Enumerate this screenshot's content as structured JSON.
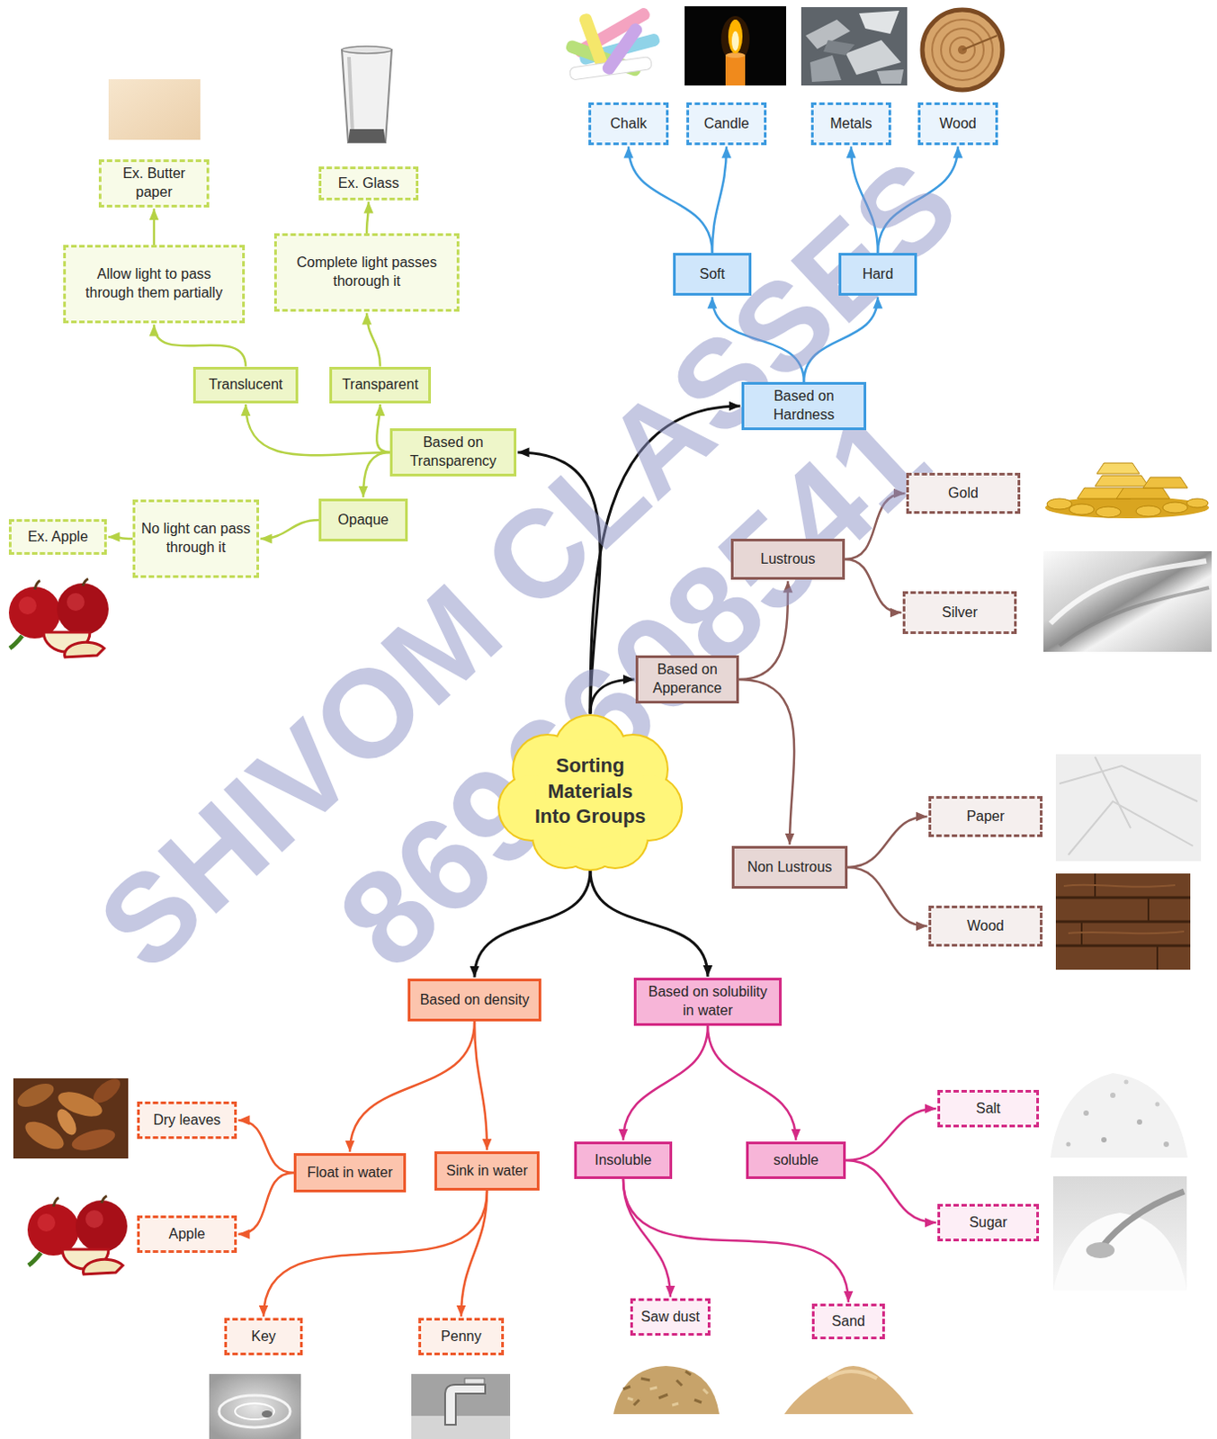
{
  "diagram": {
    "nodes": [
      {
        "text": [
          "Sorting Materials Into Groups"
        ]
      },
      {
        "text": [
          "Based on Transparency"
        ]
      },
      {
        "text": [
          "Translucent"
        ]
      },
      {
        "text": [
          "Transparent"
        ]
      },
      {
        "text": [
          "Opaque"
        ]
      },
      {
        "text": [
          "Allow light to pass through them partially"
        ]
      },
      {
        "text": [
          "Complete light passes thorough it"
        ]
      },
      {
        "text": [
          "No light can pass through it"
        ]
      },
      {
        "text": [
          "Ex. Butter paper"
        ]
      },
      {
        "text": [
          "Ex. Glass"
        ]
      },
      {
        "text": [
          "Ex. Apple"
        ]
      },
      {
        "text": [
          "Based on Hardness"
        ]
      },
      {
        "text": [
          "Soft"
        ]
      },
      {
        "text": [
          "Hard"
        ]
      },
      {
        "text": [
          "Chalk"
        ]
      },
      {
        "text": [
          "Candle"
        ]
      },
      {
        "text": [
          "Metals"
        ]
      },
      {
        "text": [
          "Wood"
        ]
      },
      {
        "text": [
          "Based on Apperance"
        ]
      },
      {
        "text": [
          "Lustrous"
        ]
      },
      {
        "text": [
          "Non Lustrous"
        ]
      },
      {
        "text": [
          "Gold"
        ]
      },
      {
        "text": [
          "Silver"
        ]
      },
      {
        "text": [
          "Paper"
        ]
      },
      {
        "text": [
          "Wood"
        ]
      },
      {
        "text": [
          "Based on density"
        ]
      },
      {
        "text": [
          "Float in water"
        ]
      },
      {
        "text": [
          "Sink in water"
        ]
      },
      {
        "text": [
          "Dry leaves"
        ]
      },
      {
        "text": [
          "Apple"
        ]
      },
      {
        "text": [
          "Key"
        ]
      },
      {
        "text": [
          "Penny"
        ]
      },
      {
        "text": [
          "Based on solubility in water"
        ]
      },
      {
        "text": [
          "Insoluble"
        ]
      },
      {
        "text": [
          "soluble"
        ]
      },
      {
        "text": [
          "Salt"
        ]
      },
      {
        "text": [
          "Sugar"
        ]
      },
      {
        "text": [
          "Saw dust"
        ]
      },
      {
        "text": [
          "Sand"
        ]
      }
    ],
    "edges": [
      {
        "from": 0,
        "to": 1,
        "arrow": "to"
      },
      {
        "from": 0,
        "to": 11,
        "arrow": "to"
      },
      {
        "from": 0,
        "to": 18,
        "arrow": "to"
      },
      {
        "from": 0,
        "to": 25,
        "arrow": "to"
      },
      {
        "from": 0,
        "to": 32,
        "arrow": "to"
      },
      {
        "from": 1,
        "to": 2,
        "arrow": "to"
      },
      {
        "from": 1,
        "to": 3,
        "arrow": "to"
      },
      {
        "from": 1,
        "to": 4,
        "arrow": "to"
      },
      {
        "from": 2,
        "to": 5,
        "arrow": "to"
      },
      {
        "from": 3,
        "to": 6,
        "arrow": "to"
      },
      {
        "from": 4,
        "to": 7,
        "arrow": "to"
      },
      {
        "from": 5,
        "to": 8,
        "arrow": "to"
      },
      {
        "from": 6,
        "to": 9,
        "arrow": "to"
      },
      {
        "from": 7,
        "to": 10,
        "arrow": "to"
      },
      {
        "from": 11,
        "to": 12,
        "arrow": "to"
      },
      {
        "from": 11,
        "to": 13,
        "arrow": "to"
      },
      {
        "from": 12,
        "to": 14,
        "arrow": "to"
      },
      {
        "from": 12,
        "to": 15,
        "arrow": "to"
      },
      {
        "from": 13,
        "to": 16,
        "arrow": "to"
      },
      {
        "from": 13,
        "to": 17,
        "arrow": "to"
      },
      {
        "from": 18,
        "to": 19,
        "arrow": "to"
      },
      {
        "from": 18,
        "to": 20,
        "arrow": "to"
      },
      {
        "from": 19,
        "to": 21,
        "arrow": "to"
      },
      {
        "from": 19,
        "to": 22,
        "arrow": "to"
      },
      {
        "from": 20,
        "to": 23,
        "arrow": "to"
      },
      {
        "from": 20,
        "to": 24,
        "arrow": "to"
      },
      {
        "from": 25,
        "to": 26,
        "arrow": "to"
      },
      {
        "from": 25,
        "to": 27,
        "arrow": "to"
      },
      {
        "from": 26,
        "to": 28,
        "arrow": "to"
      },
      {
        "from": 26,
        "to": 29,
        "arrow": "to"
      },
      {
        "from": 27,
        "to": 30,
        "arrow": "to"
      },
      {
        "from": 27,
        "to": 31,
        "arrow": "to"
      },
      {
        "from": 32,
        "to": 33,
        "arrow": "to"
      },
      {
        "from": 32,
        "to": 34,
        "arrow": "to"
      },
      {
        "from": 33,
        "to": 37,
        "arrow": "to"
      },
      {
        "from": 33,
        "to": 38,
        "arrow": "to"
      },
      {
        "from": 34,
        "to": 35,
        "arrow": "to"
      },
      {
        "from": 34,
        "to": 36,
        "arrow": "to"
      }
    ],
    "labels": [
      "SHIVOM CLASSES",
      "8696608541"
    ]
  }
}
